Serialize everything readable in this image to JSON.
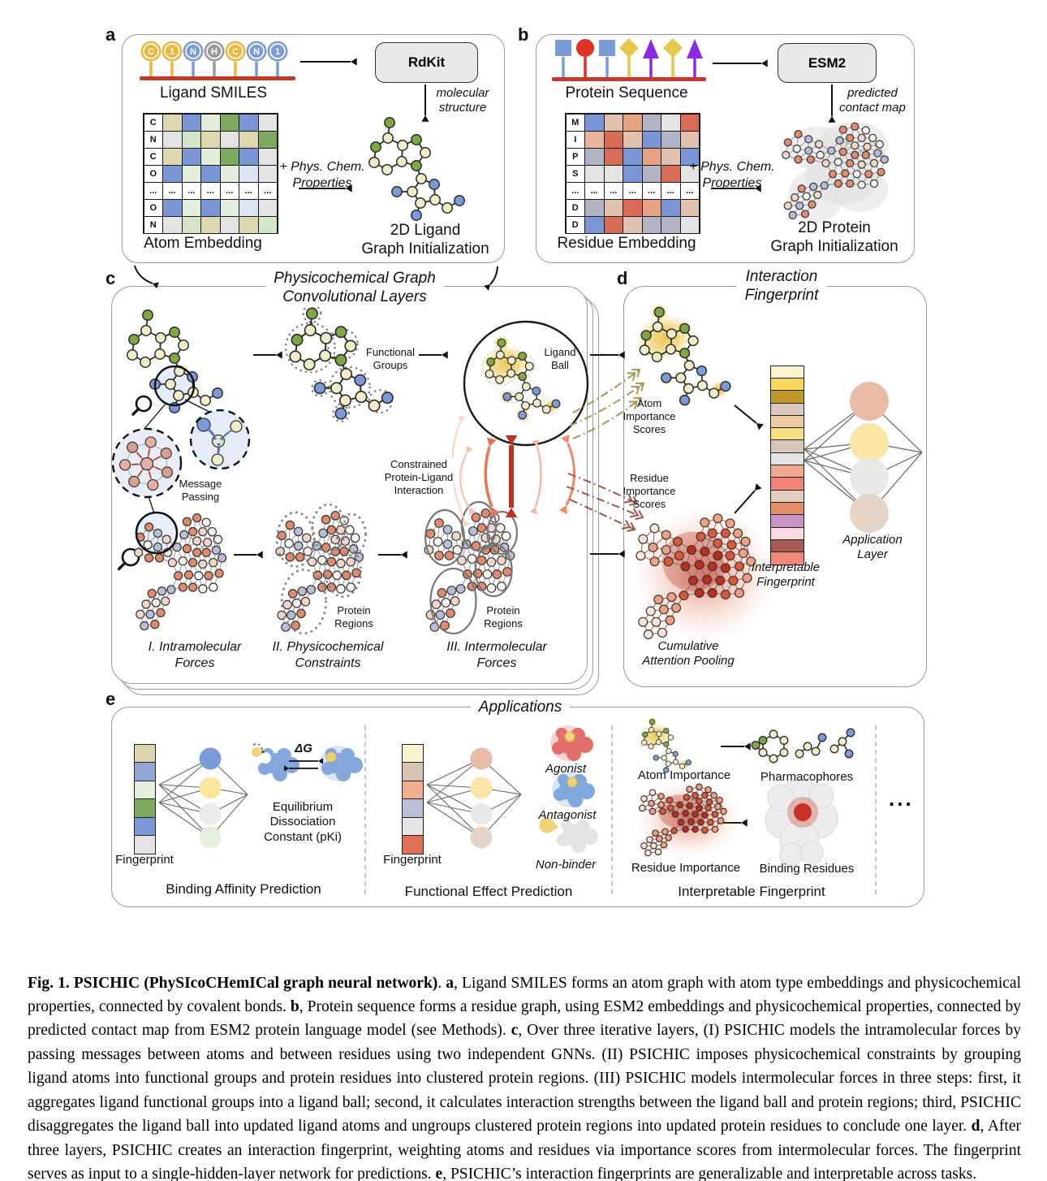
{
  "figure": {
    "panel_a": {
      "label": "a",
      "sequence_label": "Ligand SMILES",
      "tokens": [
        {
          "t": "C",
          "color": "#ECB73F"
        },
        {
          "t": "1",
          "color": "#ECB73F"
        },
        {
          "t": "N",
          "color": "#7B9BD6"
        },
        {
          "t": "H",
          "color": "#9B9B9B"
        },
        {
          "t": "C",
          "color": "#ECB73F"
        },
        {
          "t": "N",
          "color": "#7B9BD6"
        },
        {
          "t": "1",
          "color": "#7B9BD6"
        }
      ],
      "tool_label": "RdKit",
      "tool_note": "molecular\nstructure",
      "phys_chem": "+ Phys. Chem.\nProperties",
      "matrix_label": "Atom Embedding",
      "matrix_rows": [
        {
          "label": "C",
          "cells": [
            "#DDD8B0",
            "#7B96D4",
            "#E2EFDC",
            "#7FA961",
            "#7B96D4",
            "#E3E3E3"
          ]
        },
        {
          "label": "N",
          "cells": [
            "#E3E3E3",
            "#D4E6C7",
            "#DDD8B0",
            "#E3E3E3",
            "#DDD8B0",
            "#7FA961"
          ]
        },
        {
          "label": "C",
          "cells": [
            "#DDD8B0",
            "#7B96D4",
            "#E2EFDC",
            "#7FA961",
            "#7B96D4",
            "#E3E3E3"
          ]
        },
        {
          "label": "O",
          "cells": [
            "#7B96D4",
            "#E2EFDC",
            "#7B96D4",
            "#E2EFDC",
            "#DCE6F2",
            "#E3E3E3"
          ]
        },
        {
          "label": "...",
          "cells": null
        },
        {
          "label": "O",
          "cells": [
            "#7B96D4",
            "#E2EFDC",
            "#7B96D4",
            "#E2EFDC",
            "#DCE6F2",
            "#E3E3E3"
          ]
        },
        {
          "label": "N",
          "cells": [
            "#E3E3E3",
            "#D4E6C7",
            "#DDD8B0",
            "#E3E3E3",
            "#DDD8B0",
            "#D4E6C7"
          ]
        }
      ],
      "output_label": "2D Ligand\nGraph Initialization"
    },
    "panel_b": {
      "label": "b",
      "sequence_label": "Protein Sequence",
      "tokens": [
        {
          "shape": "square",
          "color": "#7B9BD6"
        },
        {
          "shape": "circle",
          "color": "#DE3226"
        },
        {
          "shape": "square",
          "color": "#7B9BD6"
        },
        {
          "shape": "diamond",
          "color": "#E6C84C"
        },
        {
          "shape": "triangle",
          "color": "#8B2BE0"
        },
        {
          "shape": "diamond",
          "color": "#E6C84C"
        },
        {
          "shape": "triangle",
          "color": "#8B2BE0"
        }
      ],
      "tool_label": "ESM2",
      "tool_note": "predicted\ncontact map",
      "phys_chem": "+ Phys. Chem.\nProperties",
      "matrix_label": "Residue Embedding",
      "matrix_rows": [
        {
          "label": "M",
          "cells": [
            "#7B96D4",
            "#E0C2AE",
            "#E8A285",
            "#B3B3C6",
            "#E3E3E3",
            "#D96C56"
          ]
        },
        {
          "label": "I",
          "cells": [
            "#E8B49B",
            "#D96C56",
            "#E0C2AE",
            "#7B96D4",
            "#B3B3C6",
            "#E0C2AE"
          ]
        },
        {
          "label": "P",
          "cells": [
            "#B3B3C6",
            "#D96C56",
            "#7B96D4",
            "#E8A285",
            "#E0C2AE",
            "#7B96D4"
          ]
        },
        {
          "label": "S",
          "cells": [
            "#E3E3E3",
            "#E3E3E3",
            "#7B96D4",
            "#B3B3C6",
            "#D96C56",
            "#E3E3E3"
          ]
        },
        {
          "label": "...",
          "cells": null
        },
        {
          "label": "D",
          "cells": [
            "#B3B3C6",
            "#E0C2AE",
            "#D96C56",
            "#E8A285",
            "#7B96D4",
            "#E0C2AE"
          ]
        },
        {
          "label": "D",
          "cells": [
            "#7B96D4",
            "#D96C56",
            "#E0C2AE",
            "#B3B3C6",
            "#B3B3C6",
            "#E3E3E3"
          ]
        }
      ],
      "output_label": "2D Protein\nGraph Initialization"
    },
    "panel_c": {
      "label": "c",
      "title": "Physicochemical Graph\nConvolutional Layers",
      "message_passing": "Message\nPassing",
      "functional_groups": "Functional\nGroups",
      "ligand_ball": "Ligand\nBall",
      "constrained_interaction": "Constrained\nProtein-Ligand\nInteraction",
      "protein_regions_mid": "Protein\nRegions",
      "protein_regions_right": "Protein\nRegions",
      "steps": [
        {
          "num": "I.",
          "name": "Intramolecular\nForces"
        },
        {
          "num": "II.",
          "name": "Physicochemical\nConstraints"
        },
        {
          "num": "III.",
          "name": "Intermolecular\nForces"
        }
      ]
    },
    "panel_d": {
      "label": "d",
      "title": "Interaction\nFingerprint",
      "atom_importance": "Atom\nImportance\nScores",
      "residue_importance": "Residue\nImportance\nScores",
      "cumulative_pooling": "Cumulative\nAttention Pooling",
      "interpretable_fingerprint": "Interpretable\nFingerprint",
      "application_layer": "Application\nLayer",
      "fingerprint_colors": [
        "#FBF2CE",
        "#F6D75F",
        "#C0992B",
        "#DCC8BC",
        "#EECBA4",
        "#F7E083",
        "#D8C6BA",
        "#E4E4E6",
        "#F0A88E",
        "#EF8177",
        "#E3CEBE",
        "#E28E68",
        "#C794C6",
        "#F7D9DF",
        "#A35B52",
        "#F0887B"
      ],
      "application_nodes": [
        "#E8BCA6",
        "#FAE6A6",
        "#E9E9E9",
        "#E5D5C9"
      ]
    },
    "panel_e": {
      "label": "e",
      "title": "Applications",
      "binding": {
        "fingerprint": [
          "#DBD6AE",
          "#93A7D6",
          "#E3F0DC",
          "#7FA95D",
          "#7B99D6",
          "#E3E3E5"
        ],
        "fingerprint_label": "Fingerprint",
        "nodes": [
          "#7B9BD6",
          "#FAE69E",
          "#EAEAEA",
          "#E6F0DE"
        ],
        "delta_g": "ΔG",
        "annotation": "Equilibrium\nDissociation\nConstant (pKi)",
        "section_title": "Binding Affinity Prediction"
      },
      "functional": {
        "fingerprint": [
          "#FAF3D2",
          "#D9C3B3",
          "#EFAE8B",
          "#B9BDD6",
          "#E6E6E6",
          "#E17055"
        ],
        "fingerprint_label": "Fingerprint",
        "nodes": [
          "#E8BCA6",
          "#FAE6A6",
          "#E9E9E9",
          "#E5D5C9"
        ],
        "outcomes": [
          "Agonist",
          "Antagonist",
          "Non-binder"
        ],
        "section_title": "Functional Effect Prediction"
      },
      "interpretable": {
        "pairs": [
          {
            "from": "Atom Importance",
            "to": "Pharmacophores"
          },
          {
            "from": "Residue Importance",
            "to": "Binding Residues"
          }
        ],
        "section_title": "Interpretable Fingerprint",
        "more": "..."
      }
    }
  },
  "caption": {
    "segments": [
      {
        "t": "Fig. 1. PSICHIC (PhySIcoCHemICal graph neural network)",
        "b": true
      },
      {
        "t": ". ",
        "b": false
      },
      {
        "t": "a",
        "b": true
      },
      {
        "t": ", Ligand SMILES forms an atom graph with atom type embeddings and physicochemical properties, connected by covalent bonds. ",
        "b": false
      },
      {
        "t": "b",
        "b": true
      },
      {
        "t": ", Protein sequence forms a residue graph, using ESM2 embeddings and physicochemical properties, connected by predicted contact map from ESM2 protein language model (see Methods). ",
        "b": false
      },
      {
        "t": "c",
        "b": true
      },
      {
        "t": ", Over three iterative layers, (I) PSICHIC models the intramolecular forces by passing messages between atoms and between residues using two independent GNNs. (II) PSICHIC imposes physicochemical constraints by grouping ligand atoms into functional groups and protein residues into clustered protein regions. (III) PSICHIC models intermolecular forces in three steps: first, it aggregates ligand functional groups into a ligand ball; second, it calculates interaction strengths between the ligand ball and protein regions; third, PSICHIC disaggregates the ligand ball into updated ligand atoms and ungroups clustered protein regions into updated protein residues to conclude one layer. ",
        "b": false
      },
      {
        "t": "d",
        "b": true
      },
      {
        "t": ", After three layers, PSICHIC creates an interaction fingerprint, weighting atoms and residues via importance scores from intermolecular forces. The fingerprint serves as input to a single-hidden-layer network for predictions. ",
        "b": false
      },
      {
        "t": "e",
        "b": true
      },
      {
        "t": ", PSICHIC’s interaction fingerprints are generalizable and interpretable across tasks.",
        "b": false
      }
    ]
  }
}
